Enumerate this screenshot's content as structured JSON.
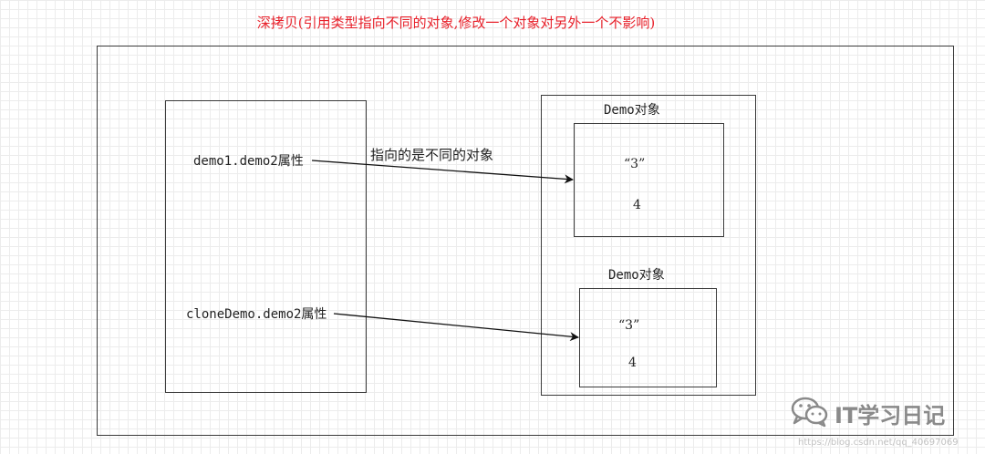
{
  "title": "深拷贝(引用类型指向不同的对象,修改一个对象对另外一个不影响)",
  "left_panel": {
    "field1": "demo1.demo2属性",
    "field2": "cloneDemo.demo2属性"
  },
  "arrow_label": "指向的是不同的对象",
  "objects": [
    {
      "heading": "Demo对象",
      "string_value": "“3”",
      "number_value": "4"
    },
    {
      "heading": "Demo对象",
      "string_value": "“3”",
      "number_value": "4"
    }
  ],
  "watermark": {
    "text": "IT学习日记",
    "url": "https://blog.csdn.net/qq_40697069"
  }
}
